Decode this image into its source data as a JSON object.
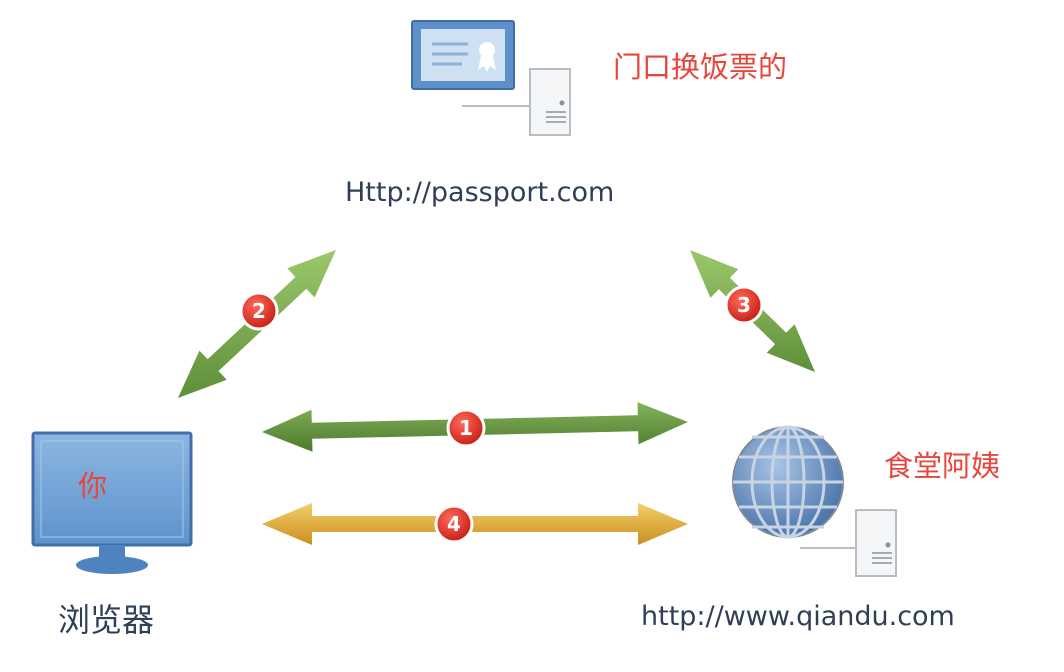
{
  "nodes": {
    "passport": {
      "url": "Http://passport.com",
      "note": "门口换饭票的"
    },
    "browser": {
      "screen_text": "你",
      "caption": "浏览器"
    },
    "site": {
      "url": "http://www.qiandu.com",
      "note": "食堂阿姨"
    }
  },
  "steps": [
    "1",
    "2",
    "3",
    "4"
  ],
  "colors": {
    "arrow_green_light": "#79a94d",
    "arrow_green_dark": "#5f8f3a",
    "arrow_gold": "#e0b03a",
    "badge_red": "#e02a1f",
    "url_text": "#2f3f57",
    "note_text": "#e8453c",
    "monitor_blue": "#6fa1d6"
  }
}
